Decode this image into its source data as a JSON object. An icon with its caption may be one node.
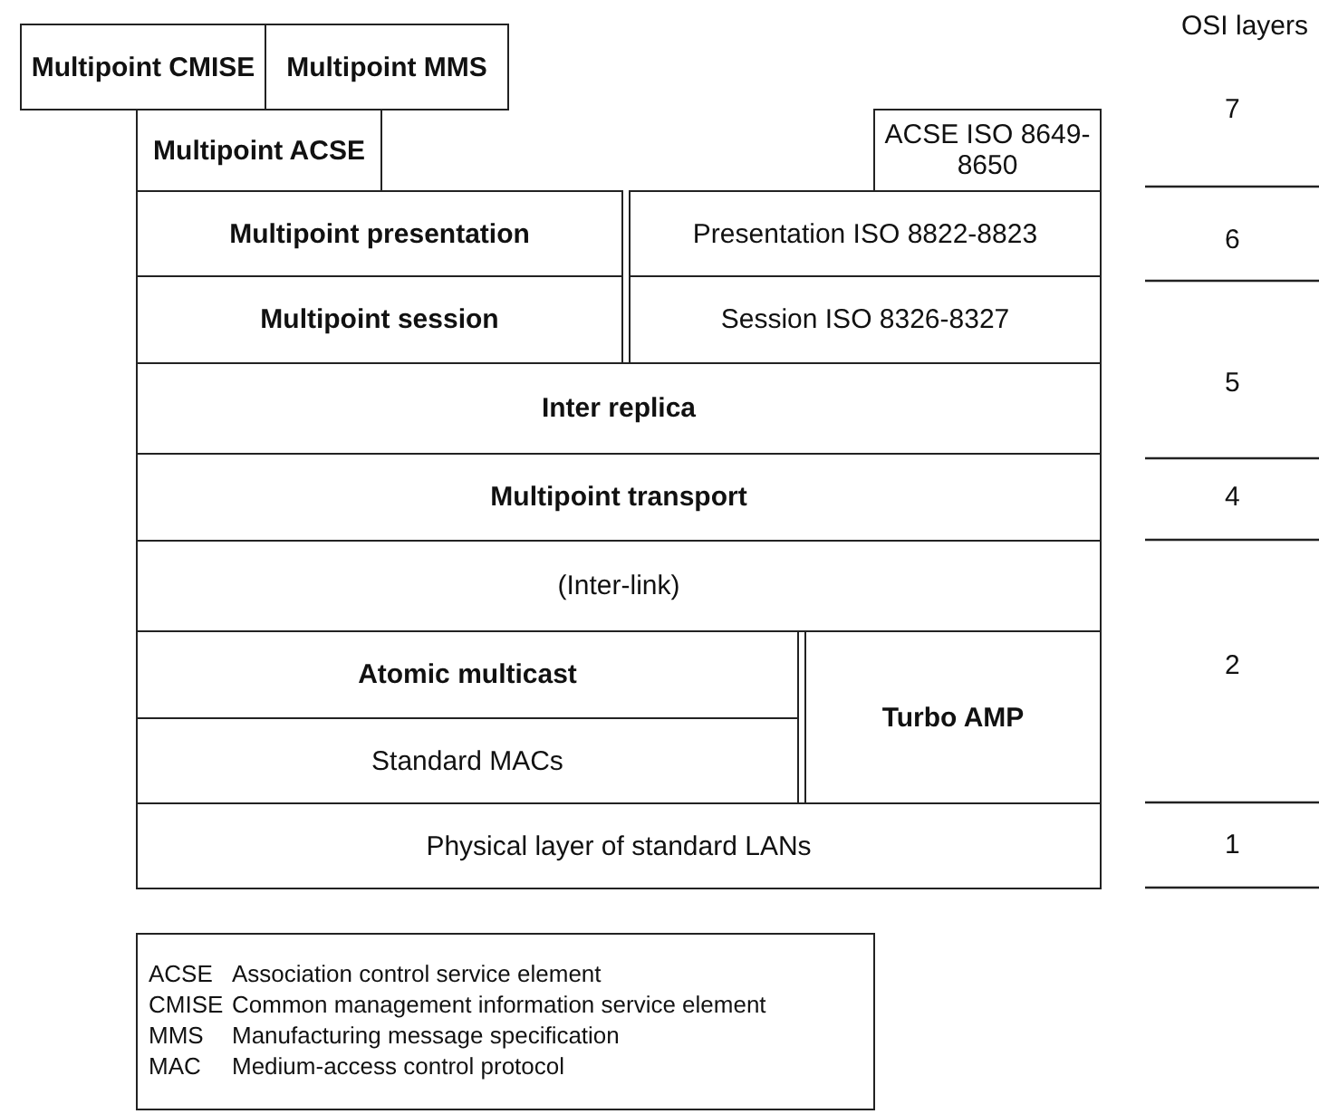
{
  "diagram": {
    "nodes": [
      {
        "text": [
          "Multipoint CMISE"
        ]
      },
      {
        "text": [
          "Multipoint MMS"
        ]
      },
      {
        "text": [
          "Multipoint ACSE"
        ]
      },
      {
        "text": [
          "ACSE ISO 8649-8650"
        ]
      },
      {
        "text": [
          "Multipoint presentation"
        ]
      },
      {
        "text": [
          "Presentation ISO 8822-8823"
        ]
      },
      {
        "text": [
          "Multipoint session"
        ]
      },
      {
        "text": [
          "Session ISO 8326-8327"
        ]
      },
      {
        "text": [
          "Inter replica"
        ]
      },
      {
        "text": [
          "Multipoint transport"
        ]
      },
      {
        "text": [
          "(Inter-link)"
        ]
      },
      {
        "text": [
          "Atomic multicast"
        ]
      },
      {
        "text": [
          "Turbo AMP"
        ]
      },
      {
        "text": [
          "Standard MACs"
        ]
      },
      {
        "text": [
          "Physical layer of standard LANs"
        ]
      }
    ],
    "labels": [
      "OSI layers",
      "7",
      "6",
      "5",
      "4",
      "2",
      "1",
      "ACSE",
      "Association control service element",
      "CMISE",
      "Common management information service element",
      "MMS",
      "Manufacturing message specification",
      "MAC",
      "Medium-access control protocol"
    ]
  }
}
